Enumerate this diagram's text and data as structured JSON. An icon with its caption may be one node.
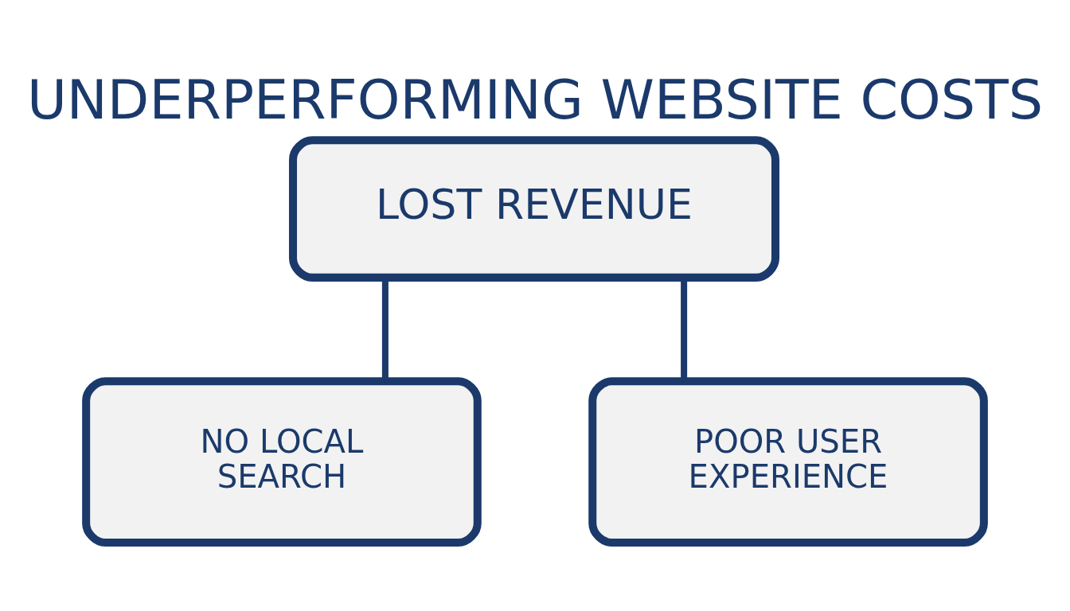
{
  "diagram": {
    "title": "UNDERPERFORMING WEBSITE COSTS",
    "nodes": [
      {
        "text": [
          "LOST REVENUE"
        ]
      },
      {
        "text": [
          "NO LOCAL SEARCH"
        ]
      },
      {
        "text": [
          "POOR USER EXPERIENCE"
        ]
      }
    ],
    "edges": [
      {
        "from": 0,
        "to": 1,
        "arrow": "none"
      },
      {
        "from": 0,
        "to": 2,
        "arrow": "none"
      }
    ]
  }
}
